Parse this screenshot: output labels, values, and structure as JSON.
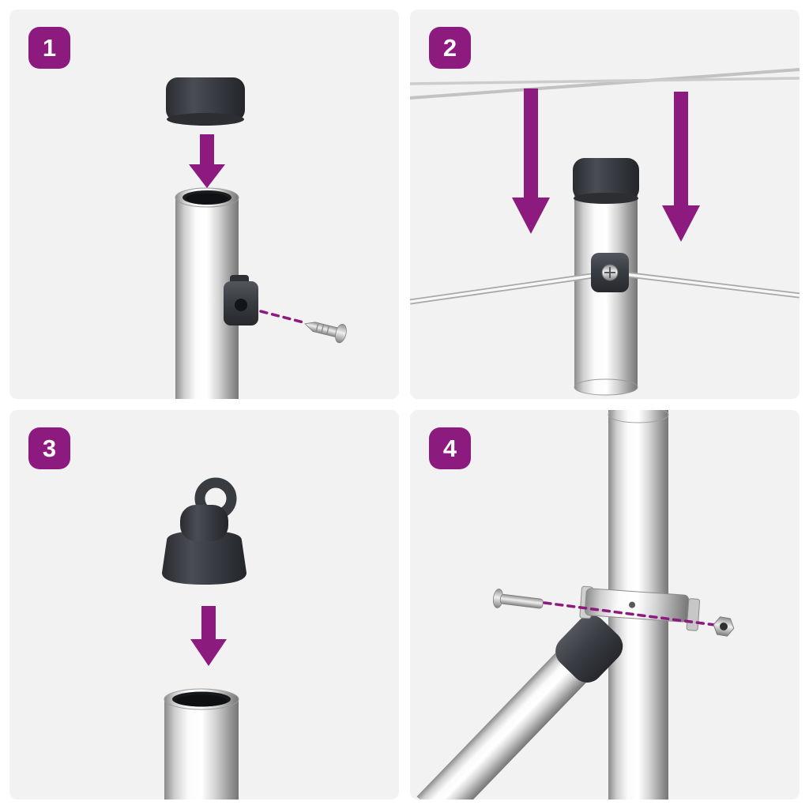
{
  "colors": {
    "accent": "#8d1a7f",
    "panel_bg": "#f2f2f2",
    "part_dark": "#3a3d43",
    "metal_highlight": "#ffffff",
    "metal_shadow": "#767676"
  },
  "steps": [
    {
      "number": "1",
      "illustration": "cap-pressed-onto-post",
      "icons": [
        "post-cap",
        "arrow-down-icon",
        "steel-post",
        "wire-clip",
        "screw"
      ]
    },
    {
      "number": "2",
      "illustration": "wires-tensioned-through-clip",
      "icons": [
        "arrow-down-icon",
        "arrow-down-icon",
        "post-cap",
        "steel-post",
        "wire-clip-screw",
        "tension-wires"
      ]
    },
    {
      "number": "3",
      "illustration": "eyelet-cap-onto-tube",
      "icons": [
        "eyelet-cap",
        "arrow-down-icon",
        "steel-tube"
      ]
    },
    {
      "number": "4",
      "illustration": "brace-bolted-with-clamp",
      "icons": [
        "steel-post",
        "diagonal-brace",
        "brace-clamp",
        "bolt",
        "nut"
      ]
    }
  ]
}
